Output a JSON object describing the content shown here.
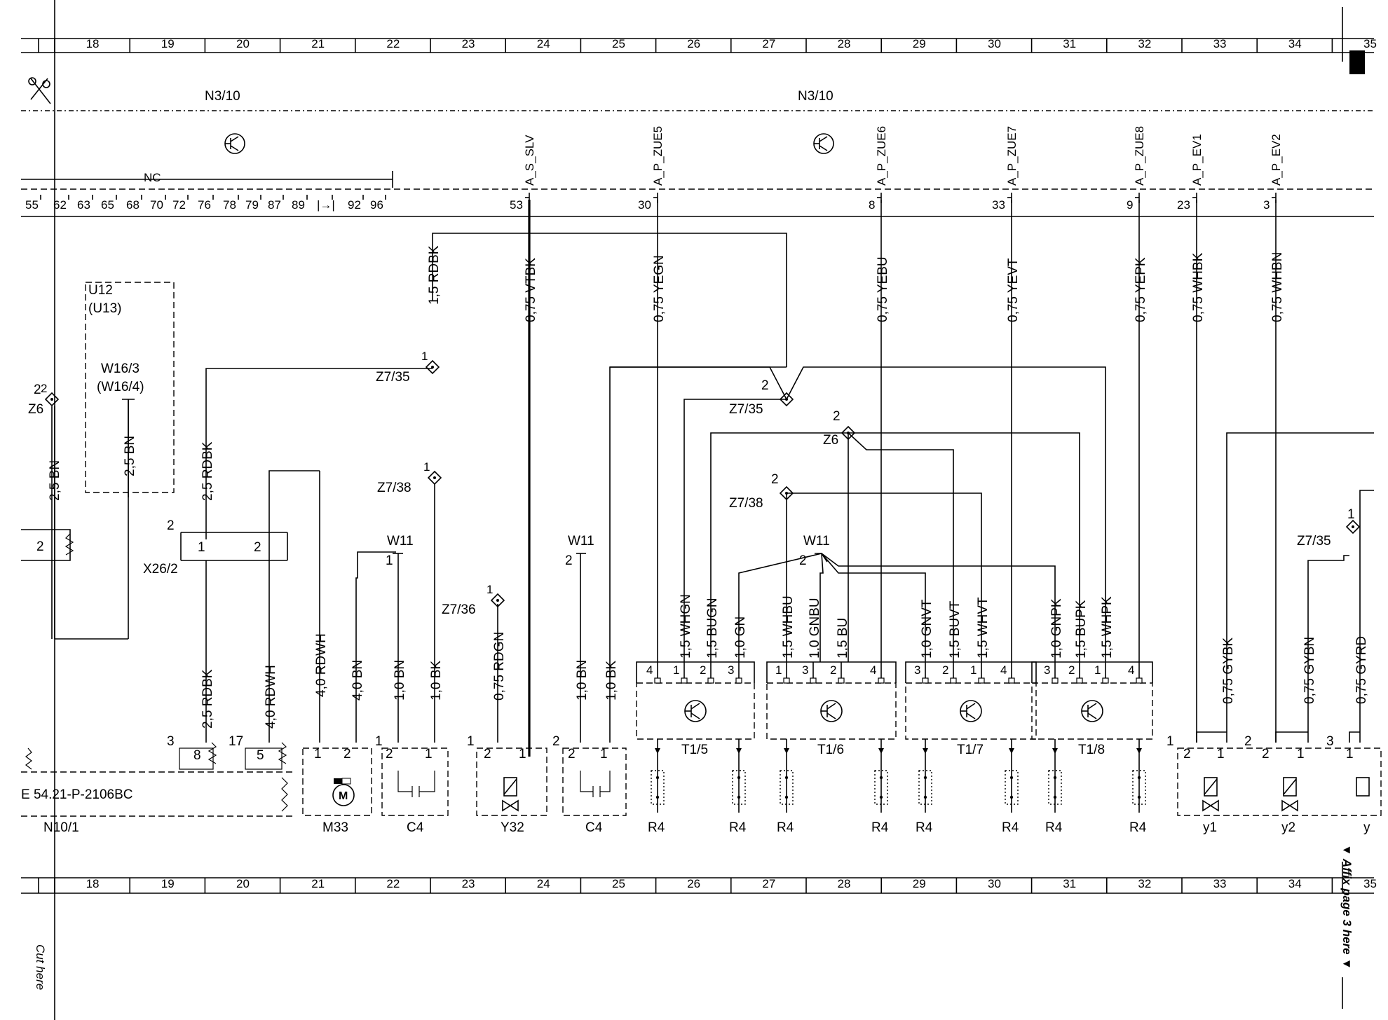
{
  "grid": {
    "columns": [
      "18",
      "19",
      "20",
      "21",
      "22",
      "23",
      "24",
      "25",
      "26",
      "27",
      "28",
      "29",
      "30",
      "31",
      "32",
      "33",
      "34",
      "35"
    ]
  },
  "margin": {
    "cut_here": "Cut here",
    "affix": "▼ Affix page 3 here ▼"
  },
  "control_unit": {
    "name_left": "N3/10",
    "name_right": "N3/10",
    "nc_label": "NC"
  },
  "pins": {
    "left": [
      "55",
      "62",
      "63",
      "65",
      "68",
      "70",
      "72",
      "76",
      "78",
      "79",
      "87",
      "89",
      "|→|",
      "92",
      "96"
    ],
    "signals": [
      {
        "pin": "53",
        "signal": "A_S_SLV"
      },
      {
        "pin": "30",
        "signal": "A_P_ZUE5"
      },
      {
        "pin": "8",
        "signal": "A_P_ZUE6"
      },
      {
        "pin": "33",
        "signal": "A_P_ZUE7"
      },
      {
        "pin": "9",
        "signal": "A_P_ZUE8"
      },
      {
        "pin": "23",
        "signal": "A_P_EV1"
      },
      {
        "pin": "3",
        "signal": "A_P_EV2"
      }
    ]
  },
  "wires": {
    "rdbk_top": "1,5 RDBK",
    "vtbk": "0,75 VTBK",
    "yegn": "0,75 YEGN",
    "yebu": "0,75 YEBU",
    "yevt": "0,75 YEVT",
    "yepk": "0,75 YEPK",
    "whbk": "0,75 WHBK",
    "whbn": "0,75 WHBN",
    "bn_z6": "2,5 BN",
    "bn_w16": "2,5 BN",
    "rdbk_x26": "2,5 RDBK",
    "rdbk_low": "2,5 RDBK",
    "rdwh_low": "4,0 RDWH",
    "rdwh_m33": "4,0 RDWH",
    "bn_m33": "4,0 BN",
    "bn_c4a": "1,0 BN",
    "bk_c4a": "1,0 BK",
    "rdgn_y32": "0,75 RDGN",
    "bn_c4b": "1,0 BN",
    "bk_c4b": "1,0 BK",
    "t15": [
      "1,5 WHGN",
      "1,5 BUGN",
      "1,0 GN"
    ],
    "t16": [
      "1,5 WHBU",
      "1,0 GNBU",
      "1,5 BU"
    ],
    "t17": [
      "1,0 GNVT",
      "1,5 BUVT",
      "1,5 WHVT"
    ],
    "t18": [
      "1,0 GNPK",
      "1,5 BUPK",
      "1,5 WHPK"
    ],
    "gybk": "0,75 GYBK",
    "gybn": "0,75 GYBN",
    "gyrd": "0,75 GYRD"
  },
  "connectors": {
    "z7_35": "Z7/35",
    "z7_38": "Z7/38",
    "z7_36": "Z7/36",
    "z6": "Z6",
    "w11": "W11",
    "x26_2": "X26/2",
    "u12": "U12",
    "u13": "(U13)",
    "w16_3": "W16/3",
    "w16_4": "(W16/4)",
    "pin1": "1",
    "pin2": "2",
    "pin3": "3",
    "pin4": "4",
    "pin8": "8",
    "pin5": "5",
    "pin17": "17"
  },
  "components": {
    "n10_1": "N10/1",
    "doc_ref": "E 54.21-P-2106BC",
    "m33": "M33",
    "c4": "C4",
    "y32": "Y32",
    "t1_5": "T1/5",
    "t1_6": "T1/6",
    "t1_7": "T1/7",
    "t1_8": "T1/8",
    "r4": "R4",
    "y1": "y1",
    "y2": "y2",
    "y3": "y"
  },
  "icons": [
    "scissors-icon",
    "transistor-icon",
    "motor-icon",
    "valve-icon",
    "capacitor-icon",
    "resistor-icon",
    "diamond-connector-icon"
  ]
}
